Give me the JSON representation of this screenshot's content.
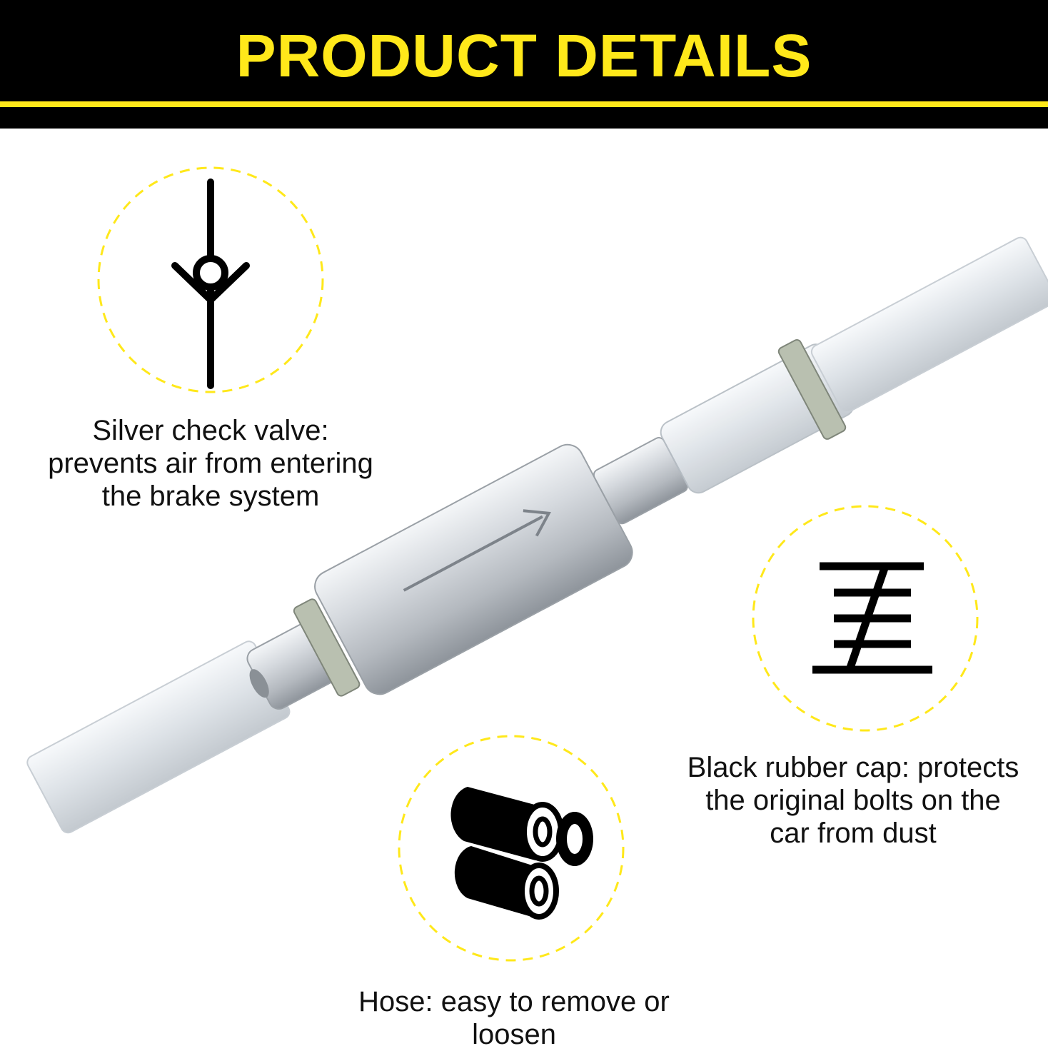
{
  "header": {
    "title": "PRODUCT DETAILS"
  },
  "colors": {
    "accent_yellow": "#FFE81A",
    "header_bg": "#000000",
    "text": "#111111",
    "metal": "#C9CDD2",
    "hose": "#E4E8EC"
  },
  "features": [
    {
      "icon": "check-valve-icon",
      "lines": [
        "Silver check valve:",
        "prevents air from entering",
        "the brake system"
      ]
    },
    {
      "icon": "rubber-cap-icon",
      "lines": [
        "Black rubber cap: protects",
        "the original bolts on the",
        "car from dust"
      ]
    },
    {
      "icon": "hose-icon",
      "lines": [
        "Hose: easy to remove or",
        "loosen"
      ]
    }
  ]
}
